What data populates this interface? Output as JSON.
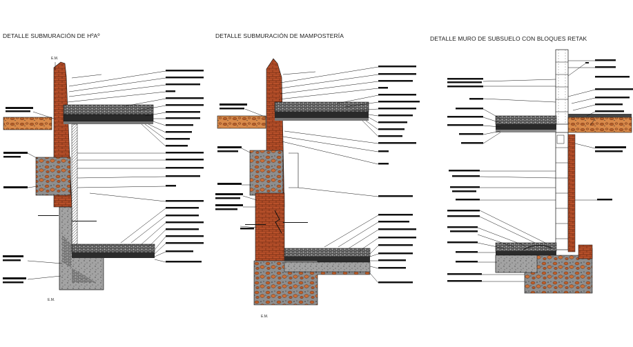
{
  "titles": {
    "left": "DETALLE SUBMURACIÓN DE HºAº",
    "middle": "DETALLE SUBMURACIÓN DE MAMPOSTERÍA",
    "right": "DETALLE MURO DE SUBSUELO CON BLOQUES RETAK"
  },
  "level_marks": {
    "left_top": "E.M.",
    "left_bottom": "E.M.",
    "middle_bottom": "E.M."
  },
  "colors": {
    "brick": "#b8502a",
    "brick_mortar": "#6e2a12",
    "concrete": "#9a9a9a",
    "stone": "#c0602c",
    "soil": "#d98a4a",
    "line": "#111111"
  }
}
